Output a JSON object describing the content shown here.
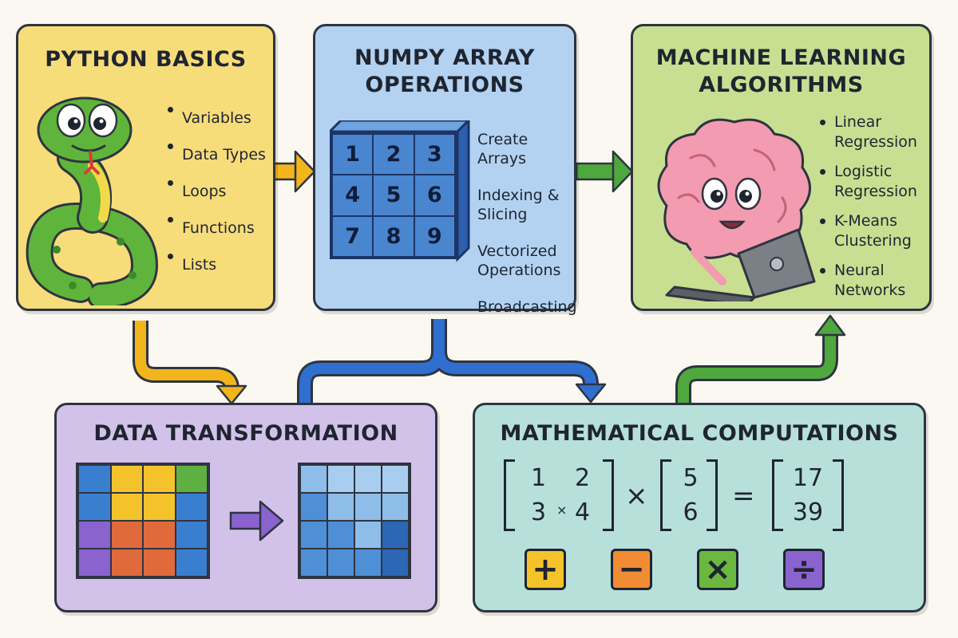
{
  "panels": {
    "python": {
      "title": "PYTHON BASICS",
      "bullets": [
        "Variables",
        "Data Types",
        "Loops",
        "Functions",
        "Lists"
      ]
    },
    "numpy": {
      "title_line1": "NUMPY ARRAY",
      "title_line2": "OPERATIONS",
      "grid_numbers": [
        "1",
        "2",
        "3",
        "4",
        "5",
        "6",
        "7",
        "8",
        "9"
      ],
      "items": [
        {
          "line1": "Create Arrays",
          "line2": ""
        },
        {
          "line1": "Indexing &",
          "line2": "Slicing"
        },
        {
          "line1": "Vectorized",
          "line2": "Operations"
        },
        {
          "line1": "Broadcasting",
          "line2": ""
        }
      ]
    },
    "ml": {
      "title_line1": "MACHINE LEARNING",
      "title_line2": "ALGORITHMS",
      "bullets": [
        {
          "line1": "Linear",
          "line2": "Regression"
        },
        {
          "line1": "Logistic",
          "line2": "Regression"
        },
        {
          "line1": "K-Means",
          "line2": "Clustering"
        },
        {
          "line1": "Neural",
          "line2": "Networks"
        }
      ]
    },
    "data": {
      "title": "DATA TRANSFORMATION"
    },
    "math": {
      "title": "MATHEMATICAL COMPUTATIONS",
      "matrix_a": [
        "1",
        "2",
        "3",
        "4"
      ],
      "inner_times": "×",
      "times": "×",
      "vector_b": [
        "5",
        "6"
      ],
      "equals": "=",
      "result": [
        "17",
        "39"
      ],
      "operators": [
        "+",
        "−",
        "×",
        "÷"
      ]
    }
  },
  "colors": {
    "python_bg": "#f7dc7a",
    "numpy_bg": "#b3d2f2",
    "ml_bg": "#c8df92",
    "data_bg": "#d2c2ea",
    "math_bg": "#b7e0db",
    "arrow_yellow": "#f2b51c",
    "arrow_green": "#4ea83d",
    "arrow_blue": "#2f6fd0",
    "arrow_purple": "#8a63cf"
  }
}
